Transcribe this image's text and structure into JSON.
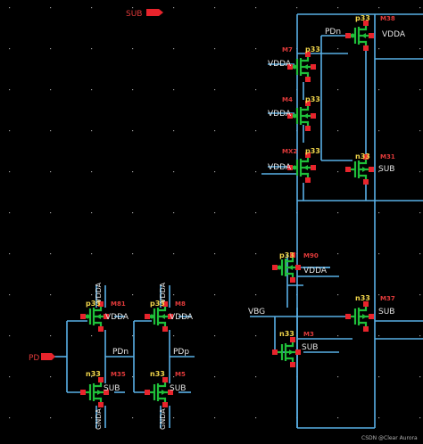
{
  "ports": {
    "sub": "SUB",
    "pd": "PD"
  },
  "nets": {
    "pdn_top": "PDn",
    "pdn_bot": "PDn",
    "pdp": "PDp",
    "vbg": "VBG"
  },
  "pins": {
    "vdda": "VDDA",
    "sub": "SUB"
  },
  "vertical": {
    "vdda": "VDDA",
    "gnda": "GNDA"
  },
  "devices": [
    {
      "id": "m38",
      "type": "p33",
      "inst": "M38"
    },
    {
      "id": "m7",
      "type": "p33",
      "inst": "M7"
    },
    {
      "id": "m4",
      "type": "p33",
      "inst": "M4"
    },
    {
      "id": "m32",
      "type": "p33",
      "inst": "MX2"
    },
    {
      "id": "m31",
      "type": "n33",
      "inst": "M31"
    },
    {
      "id": "m90",
      "type": "p33",
      "inst": "M90"
    },
    {
      "id": "m37",
      "type": "n33",
      "inst": "M37"
    },
    {
      "id": "m3",
      "type": "n33",
      "inst": "M3"
    },
    {
      "id": "m81",
      "type": "p33",
      "inst": "M81"
    },
    {
      "id": "m35",
      "type": "n33",
      "inst": "M35"
    },
    {
      "id": "m8",
      "type": "p33",
      "inst": "M8"
    },
    {
      "id": "m5",
      "type": "n33",
      "inst": "M5"
    }
  ],
  "watermark": "CSDN @Clear Aurora",
  "colors": {
    "wire": "#59b0e6",
    "device": "#1fbf3a",
    "pin": "#e8242c",
    "type_label": "#f2d64b"
  }
}
